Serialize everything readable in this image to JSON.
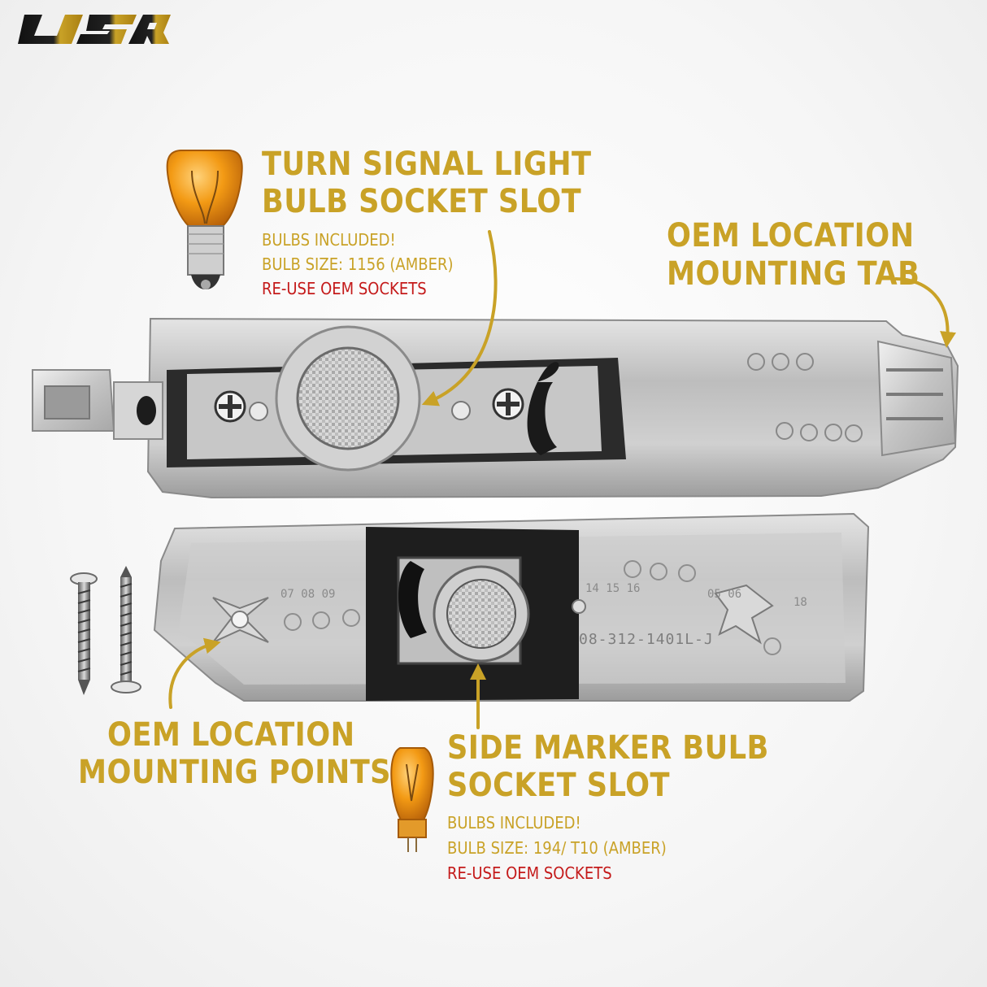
{
  "brand": {
    "logo_text": "USR"
  },
  "turn_signal": {
    "title_line1": "TURN SIGNAL LIGHT",
    "title_line2": "BULB SOCKET SLOT",
    "note1": "BULBS INCLUDED!",
    "note2": "BULB SIZE: 1156 (AMBER)",
    "note3": "RE-USE OEM SOCKETS"
  },
  "mounting_tab": {
    "title_line1": "OEM LOCATION",
    "title_line2": "MOUNTING TAB"
  },
  "mounting_points": {
    "title_line1": "OEM LOCATION",
    "title_line2": "MOUNTING POINTS"
  },
  "side_marker": {
    "title_line1": "SIDE MARKER BULB",
    "title_line2": "SOCKET SLOT",
    "note1": "BULBS INCLUDED!",
    "note2": "BULB SIZE: 194/ T10 (AMBER)",
    "note3": "RE-USE OEM SOCKETS"
  },
  "part_number": "08-312-1401L-J",
  "colors": {
    "accent": "#c9a227",
    "warning": "#c41a1a",
    "amber": "#e8930f"
  },
  "icons": [
    "amber-1156-bulb-icon",
    "amber-t10-bulb-icon",
    "screw-icon",
    "arrow-icon"
  ]
}
